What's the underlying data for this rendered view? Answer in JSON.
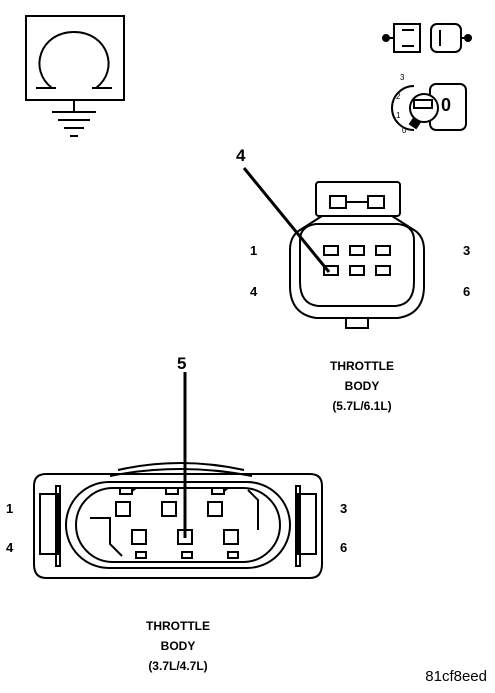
{
  "icons": {
    "ohmmeter": "ohmmeter-ground-icon",
    "connector_disconnect": "disconnect-connector-icon",
    "ignition": "ignition-key-off-icon"
  },
  "ignition_switch": {
    "positions": [
      "3",
      "2",
      "1",
      "0"
    ],
    "key_label": "0"
  },
  "connector_top": {
    "callout": "4",
    "pins": {
      "top_left": "1",
      "top_right": "3",
      "bottom_left": "4",
      "bottom_right": "6"
    },
    "caption": [
      "THROTTLE",
      "BODY",
      "(5.7L/6.1L)"
    ]
  },
  "connector_bottom": {
    "callout": "5",
    "pins": {
      "top_left": "1",
      "top_right": "3",
      "bottom_left": "4",
      "bottom_right": "6"
    },
    "caption": [
      "THROTTLE",
      "BODY",
      "(3.7L/4.7L)"
    ]
  },
  "figure_id": "81cf8eed"
}
